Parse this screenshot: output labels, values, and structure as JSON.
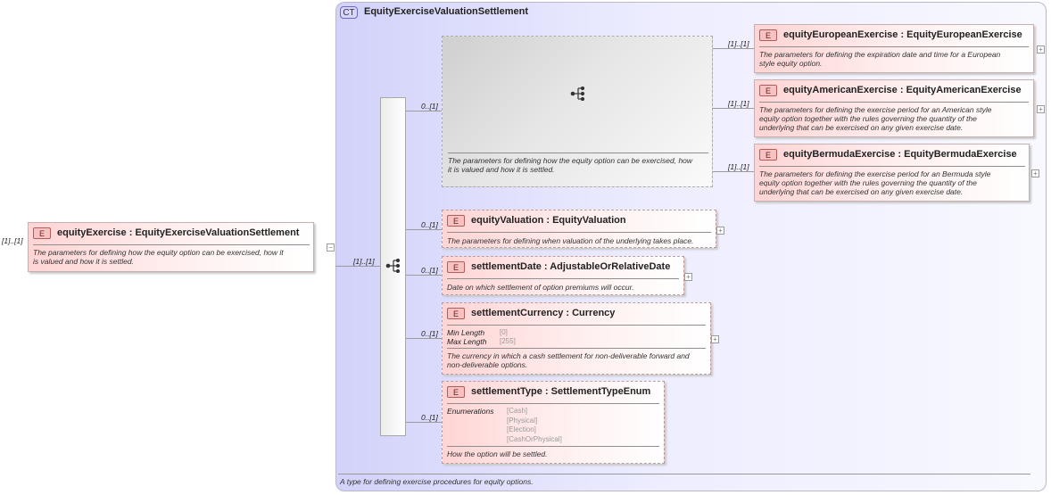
{
  "complex_type": {
    "badge": "CT",
    "title": "EquityExerciseValuationSettlement",
    "description": "A type for defining exercise procedures for equity options."
  },
  "root": {
    "badge": "E",
    "cardinality": "[1]..[1]",
    "name": "equityExercise",
    "type": "EquityExerciseValuationSettlement",
    "description_lines": [
      "The parameters for defining how the equity option can be exercised, how it",
      "is valued and how it is settled."
    ],
    "collapse": "−"
  },
  "sequence": {
    "cardinality": "[1]..[1]",
    "icon": "sequence-icon"
  },
  "choice": {
    "cardinality": "0..[1]",
    "icon": "choice-icon",
    "description_lines": [
      "The parameters for defining how the equity option can be exercised, how",
      "it is valued and how it is settled."
    ],
    "children": [
      {
        "badge": "E",
        "cardinality": "[1]..[1]",
        "name": "equityEuropeanExercise",
        "type": "EquityEuropeanExercise",
        "description_lines": [
          "The parameters for defining the expiration date and time for a European",
          "style equity option."
        ]
      },
      {
        "badge": "E",
        "cardinality": "[1]..[1]",
        "name": "equityAmericanExercise",
        "type": "EquityAmericanExercise",
        "description_lines": [
          "The parameters for defining the exercise period for an American style",
          "equity option together with the rules governing the quantity of the",
          "underlying that can be exercised on any given exercise date."
        ]
      },
      {
        "badge": "E",
        "cardinality": "[1]..[1]",
        "name": "equityBermudaExercise",
        "type": "EquityBermudaExercise",
        "description_lines": [
          "The parameters for defining the exercise period for an Bermuda style",
          "equity option together with the rules governing the quantity of the",
          "underlying that can be exercised on any given exercise date."
        ]
      }
    ]
  },
  "elements": [
    {
      "badge": "E",
      "cardinality": "0..[1]",
      "name": "equityValuation",
      "type": "EquityValuation",
      "description_lines": [
        "The parameters for defining when valuation of the underlying takes place."
      ]
    },
    {
      "badge": "E",
      "cardinality": "0..[1]",
      "name": "settlementDate",
      "type": "AdjustableOrRelativeDate",
      "description_lines": [
        "Date on which settlement of option premiums will occur."
      ]
    },
    {
      "badge": "E",
      "cardinality": "0..[1]",
      "name": "settlementCurrency",
      "type": "Currency",
      "facets": [
        {
          "key": "Min Length",
          "value": "[0]"
        },
        {
          "key": "Max Length",
          "value": "[255]"
        }
      ],
      "description_lines": [
        "The currency in which a cash settlement for non-deliverable forward and",
        "non-deliverable options."
      ]
    },
    {
      "badge": "E",
      "cardinality": "0..[1]",
      "name": "settlementType",
      "type": "SettlementTypeEnum",
      "enum_label": "Enumerations",
      "enumerations": [
        "[Cash]",
        "[Physical]",
        "[Election]",
        "[CashOrPhysical]"
      ],
      "description_lines": [
        "How the option will be settled."
      ]
    }
  ],
  "name_sep": " : ",
  "expand": "+"
}
